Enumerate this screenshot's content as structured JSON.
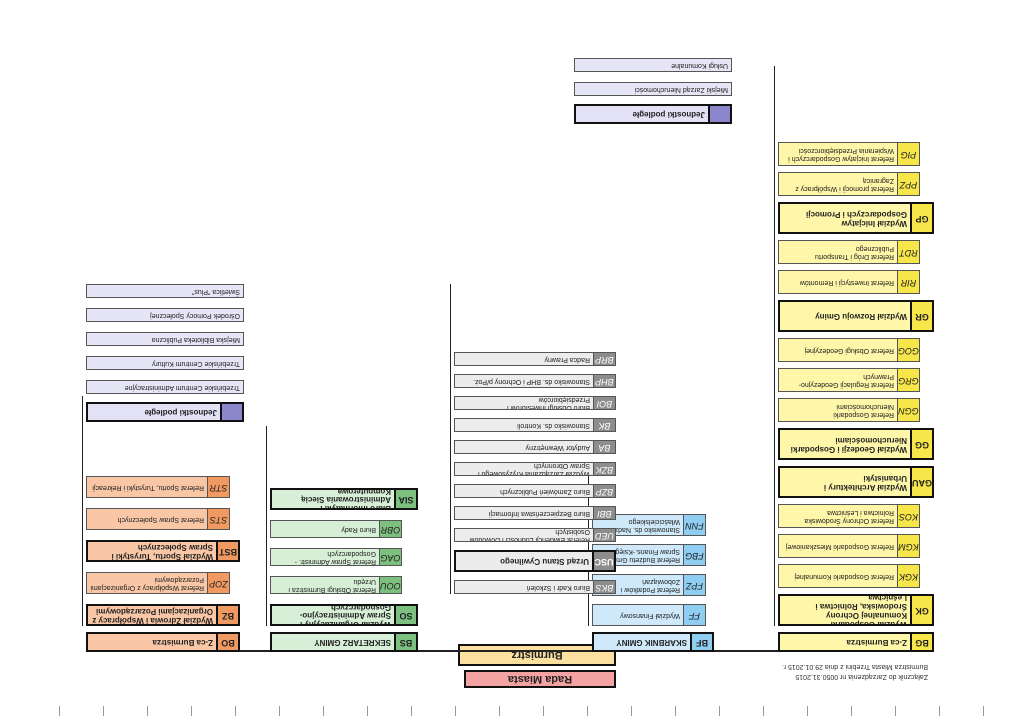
{
  "document": {
    "orientation": "upside-down scan",
    "caption": [
      "Załącznik do Zarządzenia nr 0050.31.2015",
      "Burmistrza Miasta Trzebini z dnia 29.01.2015 r."
    ],
    "council": "Rada Miasta",
    "mayor": "Burmistrz"
  },
  "columns": {
    "bg": {
      "head": {
        "code": "BG",
        "label": "Z-ca Burmistrza"
      },
      "units": [
        {
          "code": "GK",
          "label": "Wydział Gospodarki Komunalnej Ochrony Środowiska, Rolnictwa i Leśnictwa",
          "thick": true
        },
        {
          "code": "KGK",
          "label": "Referat Gospodarki Komunalnej"
        },
        {
          "code": "KGM",
          "label": "Referat Gospodarki Mieszkaniowej"
        },
        {
          "code": "KOS",
          "label": "Referat Ochrony Środowiska Rolnictwa i Leśnictwa"
        },
        {
          "code": "GAU",
          "label": "Wydział Architektury i Urbanistyki",
          "thick": true
        },
        {
          "code": "GG",
          "label": "Wydział Geodezji i Gospodarki Nieruchomościami",
          "thick": true
        },
        {
          "code": "GGN",
          "label": "Referat Gospodarki Nieruchomościami"
        },
        {
          "code": "GRG",
          "label": "Referat Regulacji Geodezyjno-Prawnych"
        },
        {
          "code": "GOG",
          "label": "Referat Obsługi Geodezyjnej"
        },
        {
          "code": "GR",
          "label": "Wydział Rozwoju Gminy",
          "thick": true
        },
        {
          "code": "RIR",
          "label": "Referat Inwestycji i Remontów"
        },
        {
          "code": "RDT",
          "label": "Referat Dróg i Transportu Publicznego"
        },
        {
          "code": "GP",
          "label": "Wydział Inicjatyw Gospodarczych i Promocji",
          "thick": true
        },
        {
          "code": "PPZ",
          "label": "Referat promocji i Współpracy z Zagranicą"
        },
        {
          "code": "PIG",
          "label": "Referat Inicjatyw Gospodarczych i Wspierania Przedsiębiorczości"
        }
      ],
      "subordinate": {
        "title": "Jednostki podległe",
        "items": [
          "Miejski Zarząd Nieruchomości",
          "Usługi Komunalne"
        ]
      }
    },
    "bf": {
      "head": {
        "code": "BF",
        "label": "SKARBNIK GMINY"
      },
      "units": [
        {
          "code": "FF",
          "label": "Wydział Finansowy"
        },
        {
          "code": "FPZ",
          "label": "Referat Podatków i Zobowiązań"
        },
        {
          "code": "FBG",
          "label": "Referat Budżetu Gminy i Spraw Finans.-Księg."
        },
        {
          "code": "FNN",
          "label": "Stanowisko ds. Nadzoru Właścicielskiego"
        }
      ]
    },
    "center": {
      "units": [
        {
          "code": "BKS",
          "label": "Biuro Kadr i Szkoleń"
        },
        {
          "code": "USC",
          "label": "Urząd Stanu Cywilnego",
          "thick": true
        },
        {
          "code": "UED",
          "label": "Referat Ewidencji Ludności i Dowodów Osobistych"
        },
        {
          "code": "BBI",
          "label": "Biuro Bezpieczeństwa Informacji"
        },
        {
          "code": "BZP",
          "label": "Biuro Zamówień Publicznych"
        },
        {
          "code": "BZK",
          "label": "Wydział Zarządzania Kryzysowego i Spraw Obronnych"
        },
        {
          "code": "BA",
          "label": "Audytor Wewnętrzny"
        },
        {
          "code": "BK",
          "label": "Stanowisko ds. Kontroli"
        },
        {
          "code": "BOI",
          "label": "Biuro Obsługi Inwestorów i Przedsiębiorców"
        },
        {
          "code": "BHP",
          "label": "Stanowisko ds. BHP i Ochrony p/Poż."
        },
        {
          "code": "BRP",
          "label": "Radca Prawny"
        }
      ]
    },
    "bs": {
      "head": {
        "code": "BS",
        "label": "SEKRETARZ GMINY"
      },
      "units": [
        {
          "code": "SO",
          "label": "Wydział Organizacyjny i Spraw Administracyjno-Gospodarczych",
          "thick": true
        },
        {
          "code": "OOU",
          "label": "Referat Obsługi Burmistrza i Urzędu"
        },
        {
          "code": "OAG",
          "label": "Referat Spraw Administr. - Gospodarczych"
        },
        {
          "code": "OBR",
          "label": "Biuro Rady"
        },
        {
          "code": "SIA",
          "label": "Biuro Informatyki i Administrowania Siecią Komputerową",
          "thick": true
        }
      ]
    },
    "bo": {
      "head": {
        "code": "BO",
        "label": "Z-ca Burmistrza"
      },
      "units": [
        {
          "code": "BZ",
          "label": "Wydział Zdrowia i Współpracy z Organizacjami Pozarządowymi",
          "thick": true
        },
        {
          "code": "ZOP",
          "label": "Referat Współpracy z Organizacjami Pozarządowymi"
        },
        {
          "code": "BST",
          "label": "Wydział Sportu, Turystyki i Spraw Społecznych",
          "thick": true
        },
        {
          "code": "STS",
          "label": "Referat Spraw Społecznych"
        },
        {
          "code": "STR",
          "label": "Referat Sportu, Turystyki i Rekreacji"
        }
      ],
      "subordinate": {
        "title": "Jednostki podległe",
        "items": [
          "Trzebińskie Centrum Administracyjne",
          "Trzebińskie Centrum Kultury",
          "Miejska Biblioteka Publiczna",
          "Ośrodek Pomocy Społecznej",
          "Świetlica \"Plus\""
        ]
      }
    }
  },
  "colors": {
    "bg": "#fef6a8",
    "bf": "#cfe9fb",
    "center": "#ececec",
    "bs": "#d7efd6",
    "bo": "#f9c7a5",
    "subordinate": "#e2e1f5",
    "council": "#f4a3a3"
  }
}
